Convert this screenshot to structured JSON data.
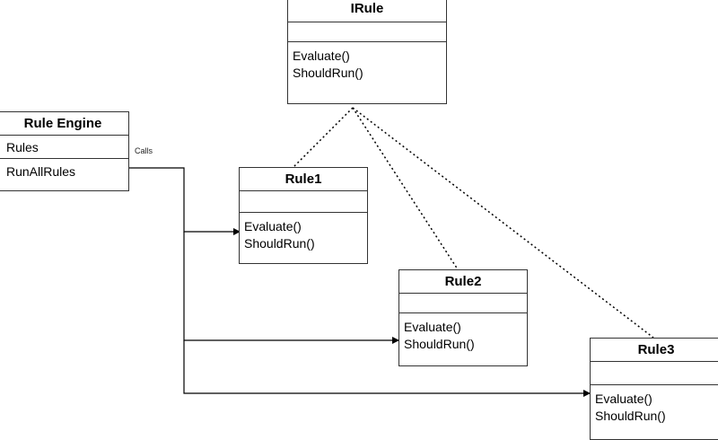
{
  "interfaces": {
    "irule": {
      "name": "IRule",
      "attributes": [],
      "methods": [
        "Evaluate()",
        "ShouldRun()"
      ]
    }
  },
  "classes": {
    "rule_engine": {
      "name": "Rule Engine",
      "attributes": [
        "Rules"
      ],
      "methods": [
        "RunAllRules"
      ]
    },
    "rule1": {
      "name": "Rule1",
      "attributes": [],
      "methods": [
        "Evaluate()",
        "ShouldRun()"
      ]
    },
    "rule2": {
      "name": "Rule2",
      "attributes": [],
      "methods": [
        "Evaluate()",
        "ShouldRun()"
      ]
    },
    "rule3": {
      "name": "Rule3",
      "attributes": [],
      "methods": [
        "Evaluate()",
        "ShouldRun()"
      ]
    }
  },
  "connectors": {
    "calls_label": "Calls"
  },
  "colors": {
    "line": "#000000",
    "border": "#333333",
    "background": "#ffffff"
  }
}
